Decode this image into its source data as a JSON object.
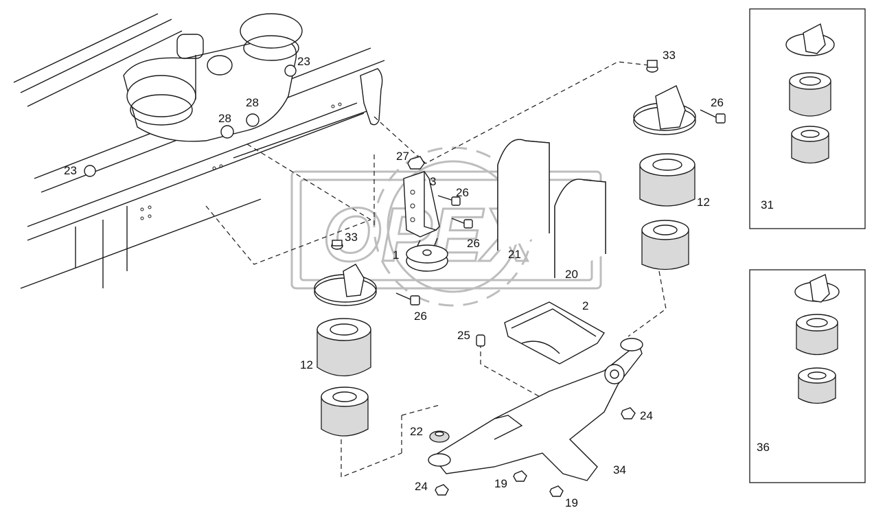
{
  "labels": {
    "l1": "1",
    "l2": "2",
    "l3": "3",
    "l12a": "12",
    "l12b": "12",
    "l19a": "19",
    "l19b": "19",
    "l20": "20",
    "l21": "21",
    "l22": "22",
    "l23a": "23",
    "l23b": "23",
    "l24a": "24",
    "l24b": "24",
    "l25": "25",
    "l26a": "26",
    "l26b": "26",
    "l26c": "26",
    "l26d": "26",
    "l27": "27",
    "l28a": "28",
    "l28b": "28",
    "l31": "31",
    "l33a": "33",
    "l33b": "33",
    "l34": "34",
    "l36": "36"
  },
  "watermark": {
    "text": "OPEX"
  }
}
